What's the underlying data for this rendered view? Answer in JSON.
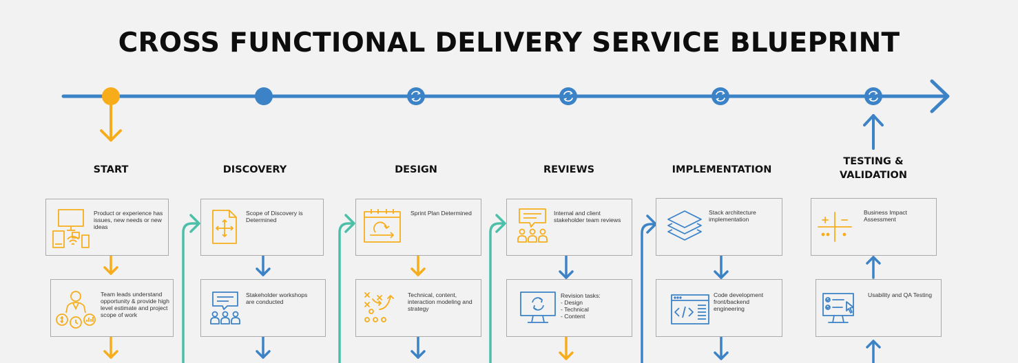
{
  "title": "CROSS FUNCTIONAL DELIVERY SERVICE BLUEPRINT",
  "colors": {
    "blue": "#3c82c6",
    "orange": "#f7ad1b",
    "teal": "#4bbfa8",
    "gray": "#aaaaaa"
  },
  "phases": [
    {
      "label": "START"
    },
    {
      "label": "DISCOVERY"
    },
    {
      "label": "DESIGN"
    },
    {
      "label": "REVIEWS"
    },
    {
      "label": "IMPLEMENTATION"
    },
    {
      "label_line1": "TESTING &",
      "label_line2": "VALIDATION"
    }
  ],
  "cards": {
    "start_1": {
      "text": "Product or experience has issues, new needs or new ideas",
      "icon": "devices-icon"
    },
    "start_2": {
      "text": "Team leads understand opportunity & provide high level estimate and project scope of work",
      "icon": "team-lead-icon"
    },
    "discovery_1": {
      "text": "Scope of Discovery is Determined",
      "icon": "document-move-icon"
    },
    "discovery_2": {
      "text": "Stakeholder workshops are conducted",
      "icon": "workshop-icon"
    },
    "design_1": {
      "text": "Sprint Plan Determined",
      "icon": "sprint-calendar-icon"
    },
    "design_2": {
      "text": "Technical, content, interaction modeling and strategy",
      "icon": "strategy-play-icon"
    },
    "reviews_1": {
      "text": "Internal and client stakeholder team reviews",
      "icon": "review-chat-icon"
    },
    "reviews_2": {
      "title": "Revision tasks:",
      "items": [
        "- Design",
        "- Technical",
        "- Content"
      ],
      "icon": "monitor-refresh-icon"
    },
    "impl_1": {
      "text": "Stack architecture implementation",
      "icon": "layers-icon"
    },
    "impl_2": {
      "text": "Code development front/backend engineering",
      "icon": "code-window-icon"
    },
    "test_1": {
      "text": "Business Impact Assessment",
      "icon": "impact-quadrant-icon"
    },
    "test_2": {
      "text": "Usability and QA Testing",
      "icon": "qa-checklist-icon"
    }
  }
}
